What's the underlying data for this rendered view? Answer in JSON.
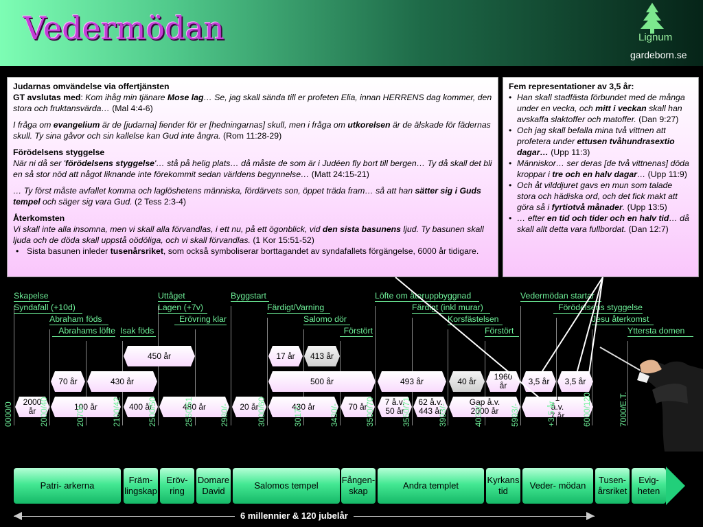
{
  "title": "Vedermödan",
  "logo": {
    "name": "Lignum",
    "site": "gardeborn.se"
  },
  "left_box": {
    "heading": "Judarnas omvändelse via offertjänsten",
    "p1_bold": "GT avslutas med",
    "p1_a": "Kom ihåg min tjänare ",
    "p1_b": "Mose lag",
    "p1_c": "… Se, jag skall sända till er profeten Elia, innan HERRENS dag kommer, den stora och fruktansvärda…",
    "p1_ref": " (Mal 4:4-6)",
    "p2_a": "I fråga om ",
    "p2_b": "evangelium",
    "p2_c": " är de [judarna] fiender för er [hedningarnas] skull, men i fråga om ",
    "p2_d": "utkorelsen",
    "p2_e": " är de älskade för fädernas skull. Ty sina gåvor och sin kallelse kan Gud inte ångra.",
    "p2_ref": " (Rom  11:28-29)",
    "h2": "Förödelsens styggelse",
    "p3_a": "När ni då ser '",
    "p3_b": "förödelsens styggelse",
    "p3_c": "'… stå på helig plats… då måste de som är i Judéen fly bort till bergen… Ty då skall det bli en så stor nöd att något liknande inte förekommit sedan världens begynnelse…",
    "p3_ref": " (Matt 24:15-21)",
    "p4_a": "… Ty först måste avfallet komma och laglöshetens människa, fördärvets son, öppet träda fram… så att han ",
    "p4_b": "sätter sig i Guds tempel",
    "p4_c": " och säger sig vara Gud.",
    "p4_ref": " (2 Tess 2:3-4)",
    "h3": "Återkomsten",
    "p5_a": "Vi skall inte alla insomna, men vi skall alla förvandlas, i ett nu, på ett ögonblick, vid ",
    "p5_b": "den sista basunens",
    "p5_c": " ljud. Ty basunen skall ljuda och de döda skall uppstå oödöliga, och vi skall förvandlas.",
    "p5_ref": " (1 Kor 15:51-52)",
    "b_a": "Sista basunen inleder ",
    "b_b": "tusenårsriket",
    "b_c": ", som också symboliserar borttagandet av syndafallets förgängelse, 6000 år tidigare."
  },
  "right_box": {
    "heading": "Fem representationer av 3,5 år:",
    "i1_a": "Han skall stadfästa förbundet med de många under en vecka, och ",
    "i1_b": "mitt i veckan",
    "i1_c": " skall han avskaffa slaktoffer och matoffer.",
    "i1_ref": " (Dan 9:27)",
    "i2_a": "Och jag skall befalla mina två vittnen att profetera under ",
    "i2_b": "ettusen tvåhundrasextio dagar…",
    "i2_ref": " (Upp 11:3)",
    "i3_a": "Människor… ser deras [de två vittnenas] döda kroppar i ",
    "i3_b": "tre och en halv dagar",
    "i3_c": "…",
    "i3_ref": " (Upp 11:9)",
    "i4_a": "Och åt vilddjuret gavs en mun som talade stora och hädiska ord, och det fick makt att göra så i ",
    "i4_b": "fyrtiotvå månader",
    "i4_c": ".",
    "i4_ref": "  (Upp 13:5)",
    "i5_a": "… efter ",
    "i5_b": "en tid och tider och en halv tid",
    "i5_c": "… då skall allt detta vara fullbordat.",
    "i5_ref": "  (Dan 12:7)"
  },
  "events": [
    {
      "name": "Skapelse"
    },
    {
      "name": "Syndafall (+10d)"
    },
    {
      "name": "Abraham föds"
    },
    {
      "name": "Abrahams löfte"
    },
    {
      "name": "Isak föds"
    },
    {
      "name": "Uttåget"
    },
    {
      "name": "Lagen (+7v)"
    },
    {
      "name": "Erövring klar"
    },
    {
      "name": "Byggstart"
    },
    {
      "name": "Färdigt/Varning"
    },
    {
      "name": "Salomo dör"
    },
    {
      "name": "Förstört"
    },
    {
      "name": "Löfte om återuppbyggnad"
    },
    {
      "name": "Färdigt (inkl murar)"
    },
    {
      "name": "Korsfästelsen"
    },
    {
      "name": "Förstört"
    },
    {
      "name": "Vedermödan startar"
    },
    {
      "name": "Förödelsens styggelse"
    },
    {
      "name": "Jesu återkomst"
    },
    {
      "name": "Yttersta domen"
    }
  ],
  "spans_row1": [
    {
      "label": "450 år"
    },
    {
      "label": "17 år"
    },
    {
      "label": "413 år"
    }
  ],
  "spans_row2": [
    {
      "label": "70 år"
    },
    {
      "label": "430 år"
    },
    {
      "label": "500 år"
    },
    {
      "label": "493 år"
    },
    {
      "label": "40 år"
    },
    {
      "label": "1960 år"
    },
    {
      "label": "3,5 år"
    },
    {
      "label": "3,5 år"
    }
  ],
  "spans_row3": [
    {
      "label": "2000 år"
    },
    {
      "label": "100 år"
    },
    {
      "label": "400 år"
    },
    {
      "label": "480 år"
    },
    {
      "label": "20 år"
    },
    {
      "label": "430 år"
    },
    {
      "label": "70 år"
    },
    {
      "label": "7 å.v. 50 år"
    },
    {
      "label": "62 å.v. 443 år"
    },
    {
      "label": "Gap å.v. 2000 år"
    },
    {
      "label": "1 å.v. 7 år"
    }
  ],
  "years": [
    "0000/0",
    "2000/40",
    "2070/-",
    "2100/42",
    "2500/50",
    "2550/51",
    "2980/-",
    "3000/60",
    "3017/-",
    "3430/-",
    "3500/70",
    "3550/71",
    "3993/-",
    "4033/-",
    "5993/-",
    "+3,5 år",
    "6000/120",
    "7000/E.T."
  ],
  "eras": [
    {
      "label": "Patri- arkerna"
    },
    {
      "label": "Främ- lingskap"
    },
    {
      "label": "Eröv- ring"
    },
    {
      "label": "Domare David"
    },
    {
      "label": "Salomos tempel"
    },
    {
      "label": "Fången- skap"
    },
    {
      "label": "Andra templet"
    },
    {
      "label": "Kyrkans tid"
    },
    {
      "label": "Veder- mödan"
    },
    {
      "label": "Tusen- årsriket"
    },
    {
      "label": "Evig- heten"
    }
  ],
  "span_total": "6 millennier & 120 jubelår",
  "colors": {
    "title": "#c43ed6",
    "event_text": "#6ff29a",
    "pill_fill": "#f9dbfd",
    "pill_grey": "#cfcfcf",
    "era_fill": "#44e893",
    "box_fill": "#fde4ff"
  },
  "icons": [
    "tree-icon",
    "conductor-icon"
  ]
}
